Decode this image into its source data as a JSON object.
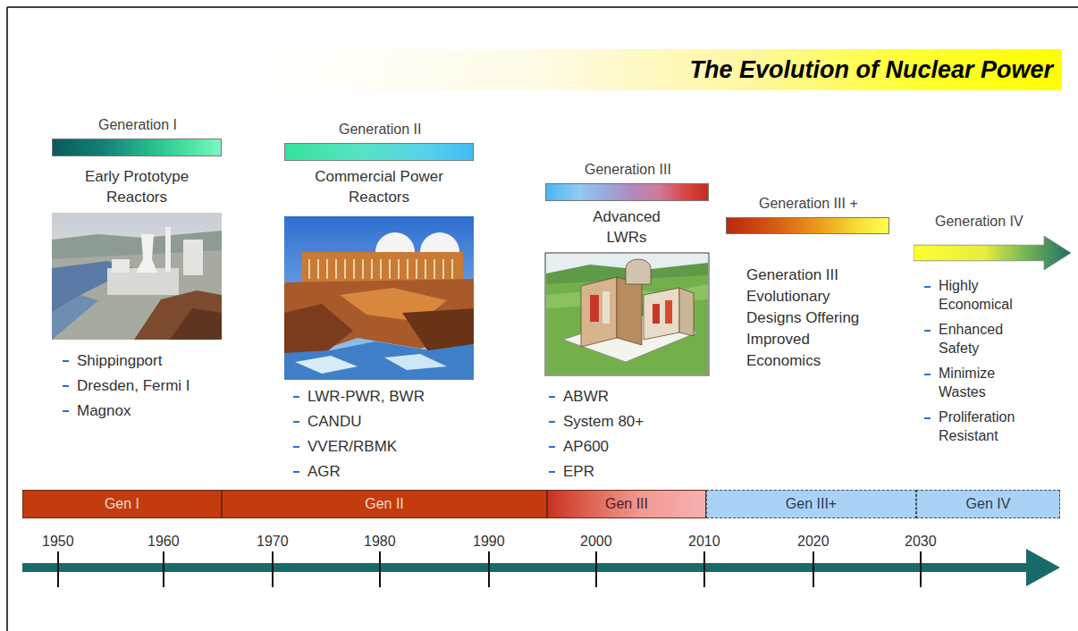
{
  "diagram": {
    "title": "The Evolution of Nuclear Power",
    "nodes": [
      {
        "text": [
          "Generation I"
        ]
      },
      {
        "text": [
          "Generation II"
        ]
      },
      {
        "text": [
          "Generation III"
        ]
      },
      {
        "text": [
          "Generation III +"
        ]
      },
      {
        "text": [
          "Generation IV"
        ]
      },
      {
        "text": [
          "Gen I"
        ]
      },
      {
        "text": [
          "Gen II"
        ]
      },
      {
        "text": [
          "Gen III"
        ]
      },
      {
        "text": [
          "Gen III+"
        ]
      },
      {
        "text": [
          "Gen IV"
        ]
      }
    ],
    "labels": [
      "Early Prototype Reactors",
      "Shippingport",
      "Dresden, Fermi I",
      "Magnox",
      "Commercial Power Reactors",
      "LWR-PWR, BWR",
      "CANDU",
      "VVER/RBMK",
      "AGR",
      "Advanced LWRs",
      "ABWR",
      "System 80+",
      "AP600",
      "EPR",
      "Generation III Evolutionary Designs Offering Improved Economics",
      "Highly Economical",
      "Enhanced Safety",
      "Minimize Wastes",
      "Proliferation Resistant",
      "1950",
      "1960",
      "1970",
      "1980",
      "1990",
      "2000",
      "2010",
      "2020",
      "2030"
    ]
  }
}
